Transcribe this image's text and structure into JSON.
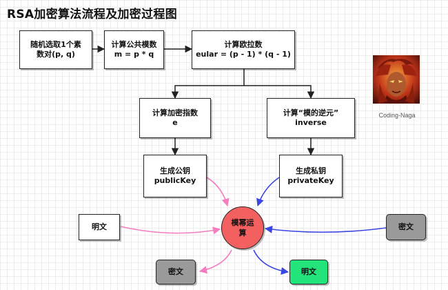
{
  "title": "RSA加密算法流程及加密过程图",
  "boxes": {
    "pick_primes": [
      "随机选取1个素",
      "数对(p, q)"
    ],
    "modulus": [
      "计算公共模数",
      "m = p * q"
    ],
    "euler": [
      "计算欧拉数",
      "eular = (p - 1) * (q - 1)"
    ],
    "enc_exp": [
      "计算加密指数",
      "e"
    ],
    "inverse": [
      "计算“模的逆元”",
      "inverse"
    ],
    "public_key": [
      "生成公钥",
      "publicKey"
    ],
    "private_key": [
      "生成私钥",
      "privateKey"
    ],
    "plaintext_in": "明文",
    "ciphertext_in": "密文",
    "ciphertext_out": "密文",
    "plaintext_out": "明文"
  },
  "center": [
    "模幂运",
    "算"
  ],
  "author": "Coding-Naga",
  "colors": {
    "pink": "#f47cbf",
    "blue": "#3a46e0",
    "dark": "#222222",
    "center_fill": "#f26060",
    "gray_box": "#9a9a9a",
    "green_box": "#22e47a"
  }
}
